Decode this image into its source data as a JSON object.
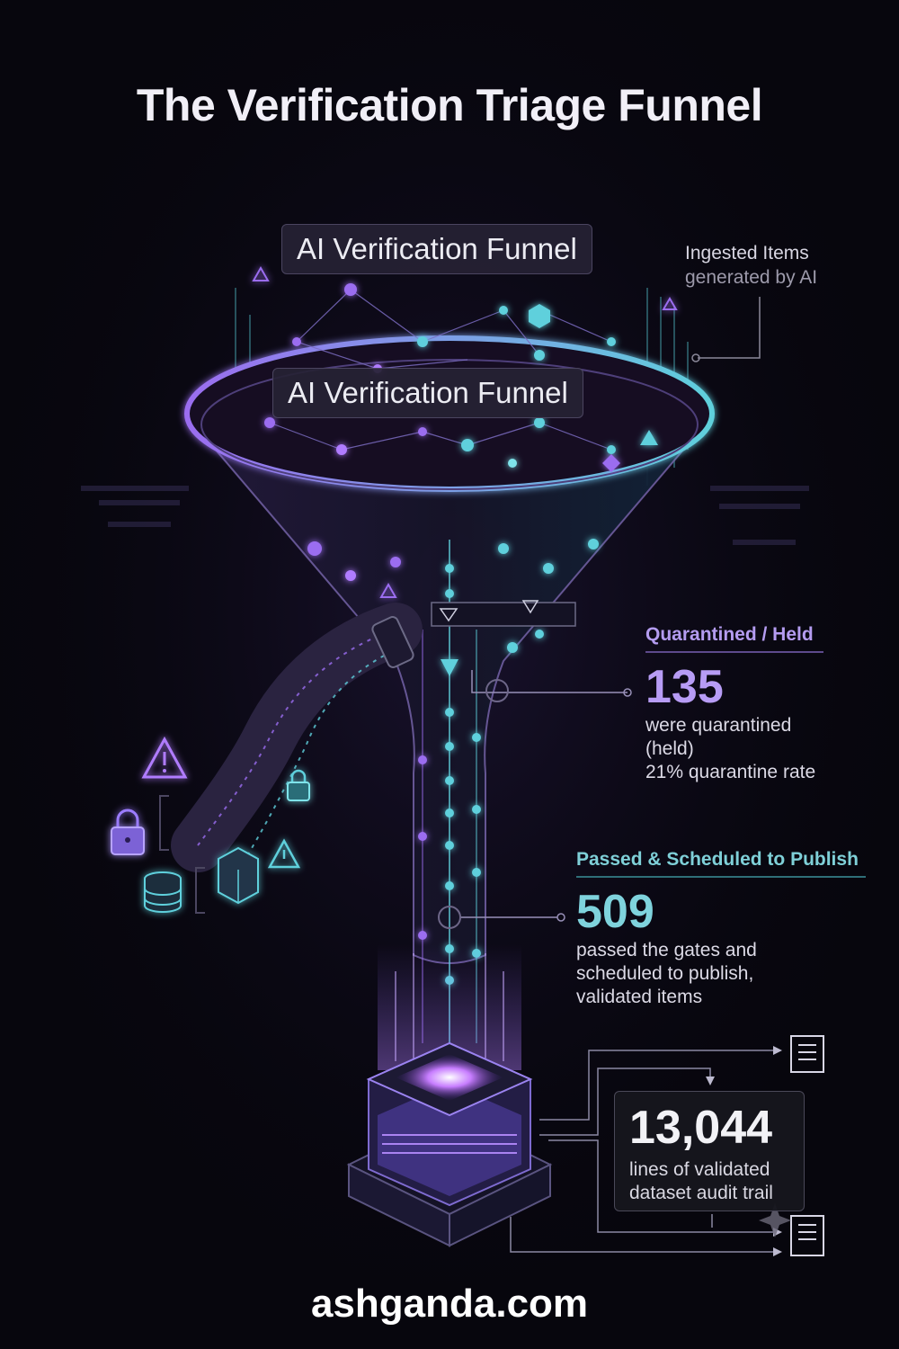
{
  "title": "The Verification Triage Funnel",
  "funnel_labels": {
    "top": "AI Verification Funnel",
    "middle": "AI Verification Funnel"
  },
  "ingested": {
    "line1": "Ingested Items",
    "line2": "generated by AI"
  },
  "quarantined": {
    "heading": "Quarantined / Held",
    "value": "135",
    "line1": "were quarantined (held)",
    "line2": "21% quarantine rate"
  },
  "passed": {
    "heading": "Passed & Scheduled to Publish",
    "value": "509",
    "line1": "passed the gates and",
    "line2": "scheduled to publish,",
    "line3": "validated items"
  },
  "audit": {
    "value": "13,044",
    "line1": "lines of validated",
    "line2": "dataset audit trail"
  },
  "footer": {
    "site": "ashganda.com"
  },
  "colors": {
    "background": "#07060d",
    "purple": "#a97cf0",
    "teal": "#5fd0dc",
    "text": "#e9e7f2"
  }
}
